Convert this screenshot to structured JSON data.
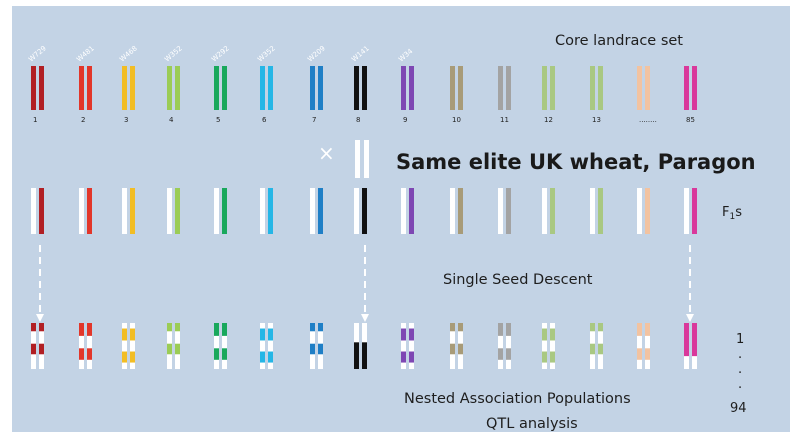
{
  "heading": "Core landrace set",
  "cross_symbol": "×",
  "parent_text": "Same elite UK wheat, Paragon",
  "f1_label_main": "F",
  "f1_label_sub": "1",
  "f1_label_suffix": "s",
  "ssd_label": "Single Seed Descent",
  "nam_label": "Nested Association Populations",
  "qtl_label": "QTL analysis",
  "line_count": {
    "first": "1",
    "dot1": ".",
    "dot2": ".",
    "dot3": ".",
    "last": "94"
  },
  "parent_colors": {
    "paragon": "#ffffff",
    "background": "#c3d3e5"
  },
  "landraces": [
    {
      "name": "W729",
      "number": "1",
      "color": "#b11f24"
    },
    {
      "name": "W481",
      "number": "2",
      "color": "#e2362a"
    },
    {
      "name": "W468",
      "number": "3",
      "color": "#f2bd24"
    },
    {
      "name": "W352",
      "number": "4",
      "color": "#9bcc56"
    },
    {
      "name": "W292",
      "number": "5",
      "color": "#19a85c"
    },
    {
      "name": "W352",
      "number": "6",
      "color": "#25b6e6"
    },
    {
      "name": "W209",
      "number": "7",
      "color": "#1f7fc6"
    },
    {
      "name": "W141",
      "number": "8",
      "color": "#111111"
    },
    {
      "name": "W34",
      "number": "9",
      "color": "#7e47b3"
    },
    {
      "name": "",
      "number": "10",
      "color": "#a89b78"
    },
    {
      "name": "",
      "number": "11",
      "color": "#a3a3a3"
    },
    {
      "name": "",
      "number": "12",
      "color": "#a9c882"
    },
    {
      "name": "",
      "number": "13",
      "color": "#a9c882"
    },
    {
      "name": "",
      "number": "........",
      "color": "#f2c3a1"
    },
    {
      "name": "",
      "number": "85",
      "color": "#d9389b"
    }
  ]
}
